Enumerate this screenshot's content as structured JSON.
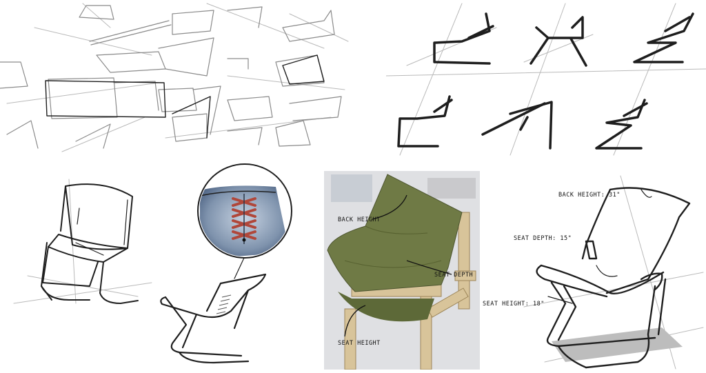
{
  "annotations": {
    "photo": {
      "back_height": "BACK HEIGHT",
      "seat_depth": "SEAT DEPTH",
      "seat_height": "SEAT HEIGHT"
    },
    "final": {
      "back_height": "BACK HEIGHT: 31\"",
      "seat_depth": "SEAT DEPTH: 15\"",
      "seat_height": "SEAT HEIGHT: 18\""
    }
  },
  "colors": {
    "ink": "#1e1e1e",
    "fabric_green": "#6f7a45",
    "wood": "#d8c49a",
    "lacing_red": "#b0473a",
    "detail_blue": "#7f93ad"
  }
}
